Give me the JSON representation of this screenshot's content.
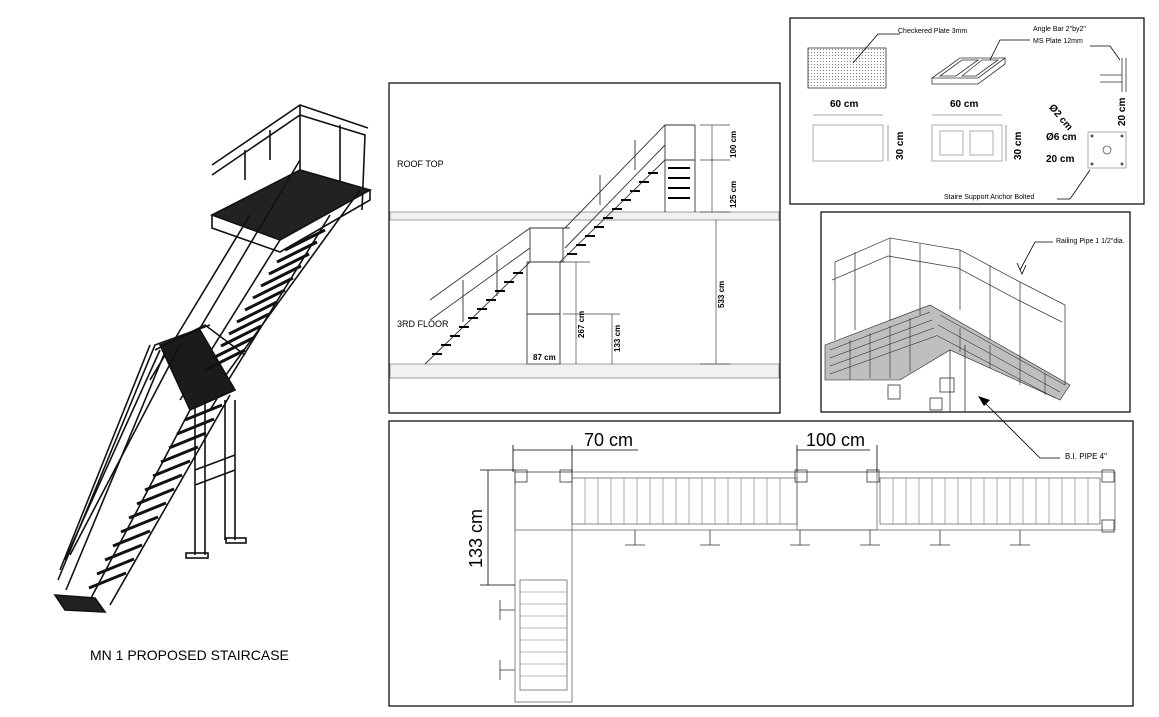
{
  "iso_caption": "MN 1 PROPOSED STAIRCASE",
  "elevation": {
    "level_roof": "ROOF TOP",
    "level_floor": "3RD FLOOR",
    "dims": {
      "top_rail": "100 cm",
      "landing_gap": "125 cm",
      "total_height": "533 cm",
      "mid_rail": "267 cm",
      "lower_landing": "133 cm",
      "landing_width": "87 cm"
    }
  },
  "details": {
    "checkered_plate": "Checkered Plate 3mm",
    "angle_bar": "Angle Bar 2\"by2\"",
    "ms_plate": "MS Plate 12mm",
    "w1": "60 cm",
    "h1": "30 cm",
    "w2": "60 cm",
    "h2": "30 cm",
    "bolt_dia": "Ø2 cm",
    "pipe_dia": "Ø6 cm",
    "plate_h": "20 cm",
    "plate_w": "20 cm",
    "anchor_note": "Staire Support Anchor Bolted"
  },
  "railing_label": "Railing Pipe 1 1/2\"dia.",
  "pipe_label": "B.I. PIPE 4\"",
  "plan": {
    "dim_landing": "70 cm",
    "dim_span": "100 cm",
    "dim_width": "133 cm"
  }
}
